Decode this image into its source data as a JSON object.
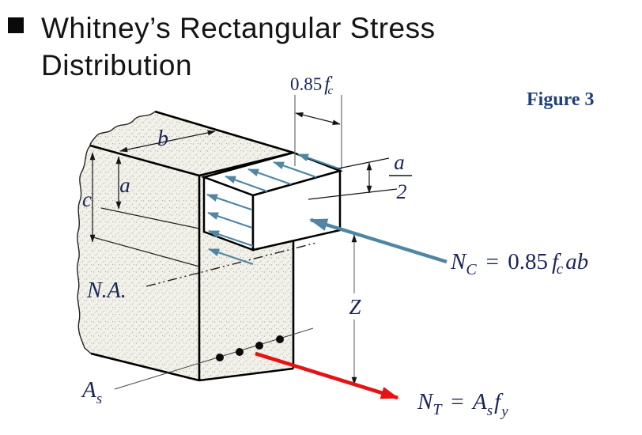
{
  "title": {
    "line1": "Whitney’s Rectangular Stress",
    "line2": "Distribution"
  },
  "figure_caption": "Figure 3",
  "labels": {
    "stress_top": {
      "coef": "0.85",
      "f": "f",
      "prime": "′",
      "sub": "c"
    },
    "width_b": "b",
    "depth_a": "a",
    "depth_c": "c",
    "half_depth": {
      "num": "a",
      "den": "2"
    },
    "neutral_axis": "N.A.",
    "steel_area": {
      "base": "A",
      "sub": "s"
    },
    "lever_arm": "Z",
    "eq_compression": {
      "lhs": "N",
      "lhs_sub": "C",
      "rel": "=",
      "coef": "0.85",
      "f": "f",
      "prime": "′",
      "f_sub": "c",
      "tail": "ab"
    },
    "eq_tension": {
      "lhs": "N",
      "lhs_sub": "T",
      "rel": "=",
      "area": "A",
      "area_sub": "s",
      "f": "f",
      "f_sub": "y"
    }
  },
  "colors": {
    "compression_arrow": "#4f86a3",
    "tension_arrow": "#e41414",
    "figure_caption_color": "#1f3f7a",
    "math_color": "#1b2556",
    "concrete_fill": "#f2f1ea",
    "speckle_color": "#b7b5aa"
  }
}
